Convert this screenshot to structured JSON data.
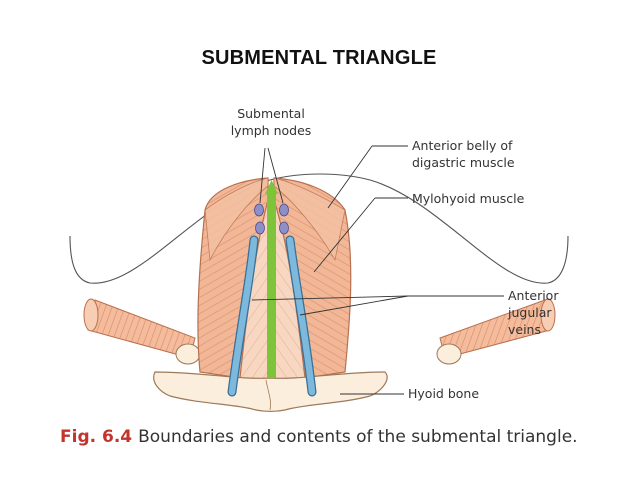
{
  "title": "SUBMENTAL TRIANGLE",
  "labels": {
    "submental_line1": "Submental",
    "submental_line2": "lymph nodes",
    "digastric_line1": "Anterior belly of",
    "digastric_line2": "digastric muscle",
    "mylohyoid": "Mylohyoid muscle",
    "jugular_line1": "Anterior",
    "jugular_line2": "jugular",
    "jugular_line3": "veins",
    "hyoid": "Hyoid bone"
  },
  "caption": {
    "fig_number": "Fig. 6.4",
    "text": "Boundaries and contents of the submental triangle."
  },
  "colors": {
    "muscle": "#f2b797",
    "muscle_dark": "#d88a64",
    "mylohyoid": "#f7d7c2",
    "vein": "#7db8dd",
    "vein_edge": "#3a6f96",
    "green_line": "#7dc43a",
    "lymph_node": "#8f8fc8",
    "bone": "#fbeedc",
    "figure_number": "#c2342c"
  }
}
